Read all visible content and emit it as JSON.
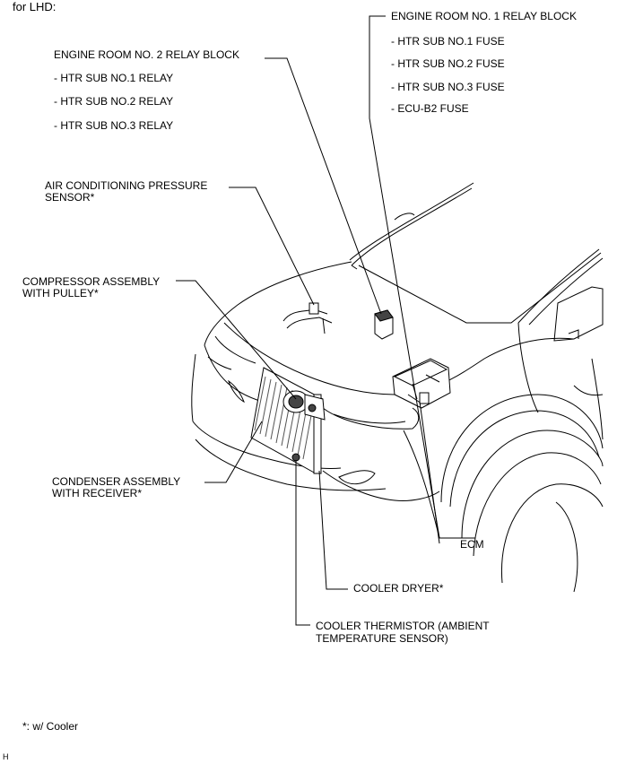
{
  "header": "for LHD:",
  "labels": {
    "er1_title": "ENGINE ROOM NO. 1 RELAY BLOCK",
    "er1_items": [
      "- HTR SUB NO.1 FUSE",
      "- HTR SUB NO.2 FUSE",
      "- HTR SUB NO.3 FUSE",
      "- ECU-B2 FUSE"
    ],
    "er2_title": "ENGINE ROOM NO. 2 RELAY BLOCK",
    "er2_items": [
      "- HTR SUB NO.1 RELAY",
      "- HTR SUB NO.2 RELAY",
      "- HTR SUB NO.3 RELAY"
    ],
    "ac_sensor_l1": "AIR CONDITIONING PRESSURE",
    "ac_sensor_l2": "SENSOR*",
    "compressor_l1": "COMPRESSOR ASSEMBLY",
    "compressor_l2": "WITH PULLEY*",
    "condenser_l1": "CONDENSER ASSEMBLY",
    "condenser_l2": "WITH RECEIVER*",
    "ecm": "ECM",
    "cooler_dryer": "COOLER DRYER*",
    "thermistor_l1": "COOLER THERMISTOR (AMBIENT",
    "thermistor_l2": "TEMPERATURE SENSOR)"
  },
  "footnote": "*: w/ Cooler",
  "corner_mark": "H"
}
